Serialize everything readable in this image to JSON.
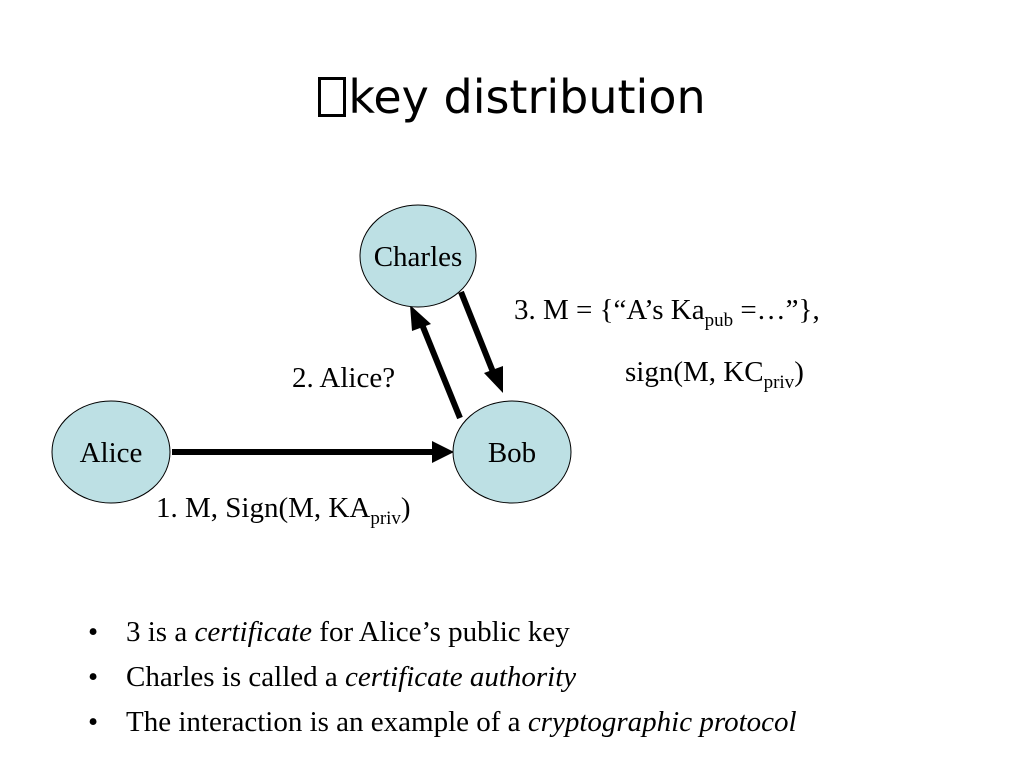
{
  "title": {
    "glyph": "□",
    "text": "key distribution"
  },
  "nodes": {
    "charles": "Charles",
    "alice": "Alice",
    "bob": "Bob"
  },
  "colors": {
    "node_fill": "#bde0e4",
    "stroke": "#000000"
  },
  "labels": {
    "step1": {
      "text": "1. M, Sign(M, KA",
      "sub": "priv",
      "tail": ")"
    },
    "step2": {
      "text": "2. Alice?"
    },
    "step3a": {
      "text": "3. M = {“A’s Ka",
      "sub": "pub",
      "tail": " =…”},"
    },
    "step3b": {
      "text": "sign(M, KC",
      "sub": "priv",
      "tail": ")"
    }
  },
  "bullets": [
    {
      "dot": "•",
      "pre": "3 is a ",
      "em": "certificate",
      "post": " for Alice’s public key"
    },
    {
      "dot": "•",
      "pre": "Charles is called a ",
      "em": "certificate authority",
      "post": ""
    },
    {
      "dot": "•",
      "pre": "The interaction is an example of a ",
      "em": "cryptographic protocol",
      "post": ""
    }
  ]
}
